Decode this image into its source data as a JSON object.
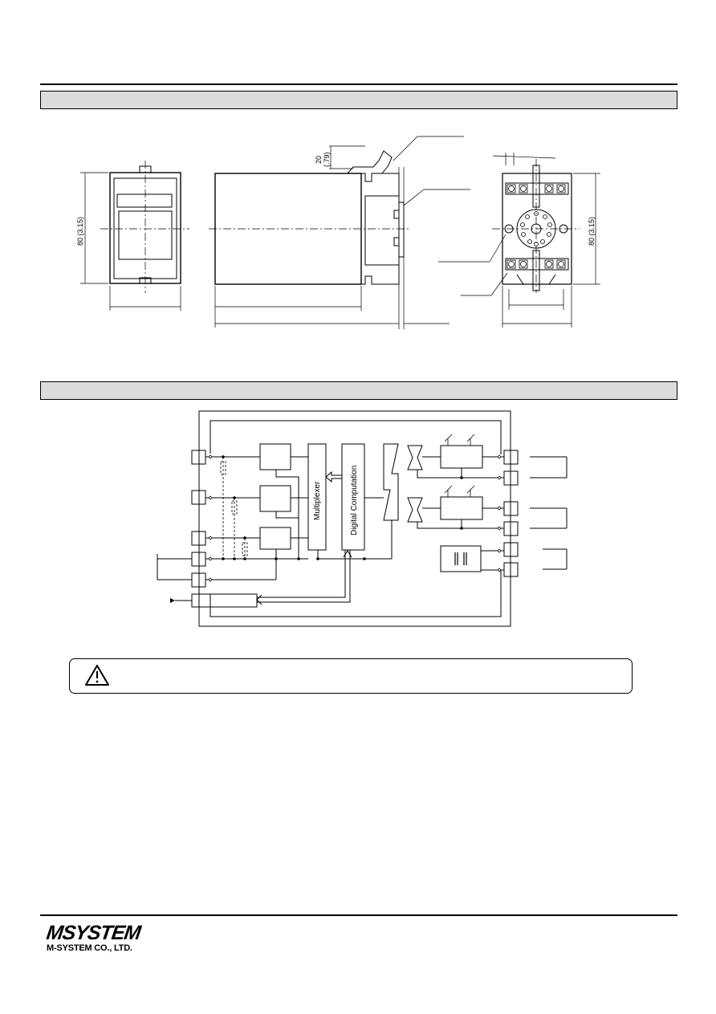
{
  "dimensions": {
    "height_front": "80 (3.15)",
    "height_socket": "80 (3.15)",
    "rail_offset": "20\n(.79)",
    "rail_offset_main": "20",
    "rail_offset_inch": "(.79)"
  },
  "block_diagram": {
    "multiplexer_label": "Multiplexer",
    "computation_label": "Digital Computation"
  },
  "footer": {
    "logo_text": "MSYSTEM",
    "company": "M-SYSTEM CO., LTD."
  },
  "icons": {
    "caution": "warning-triangle-icon"
  }
}
